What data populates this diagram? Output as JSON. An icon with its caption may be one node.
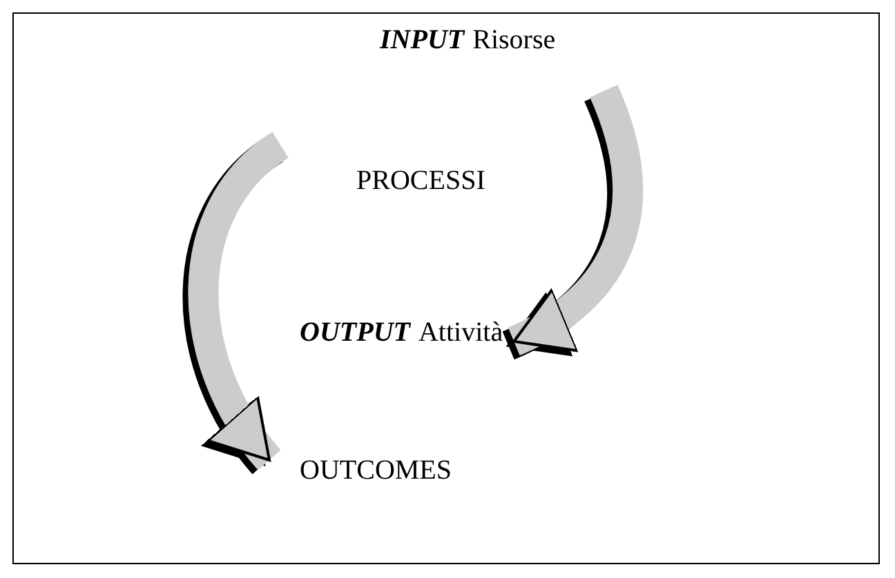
{
  "diagram": {
    "nodes": [
      {
        "text": [
          "INPUT",
          "Risorse"
        ]
      },
      {
        "text": [
          "PROCESSI"
        ]
      },
      {
        "text": [
          "OUTPUT",
          "Attività"
        ]
      },
      {
        "text": [
          "OUTCOMES"
        ]
      }
    ],
    "edges": [
      {
        "from": 0,
        "to": 2,
        "arrow": "to"
      },
      {
        "from": 1,
        "to": 3,
        "arrow": "to"
      }
    ]
  }
}
